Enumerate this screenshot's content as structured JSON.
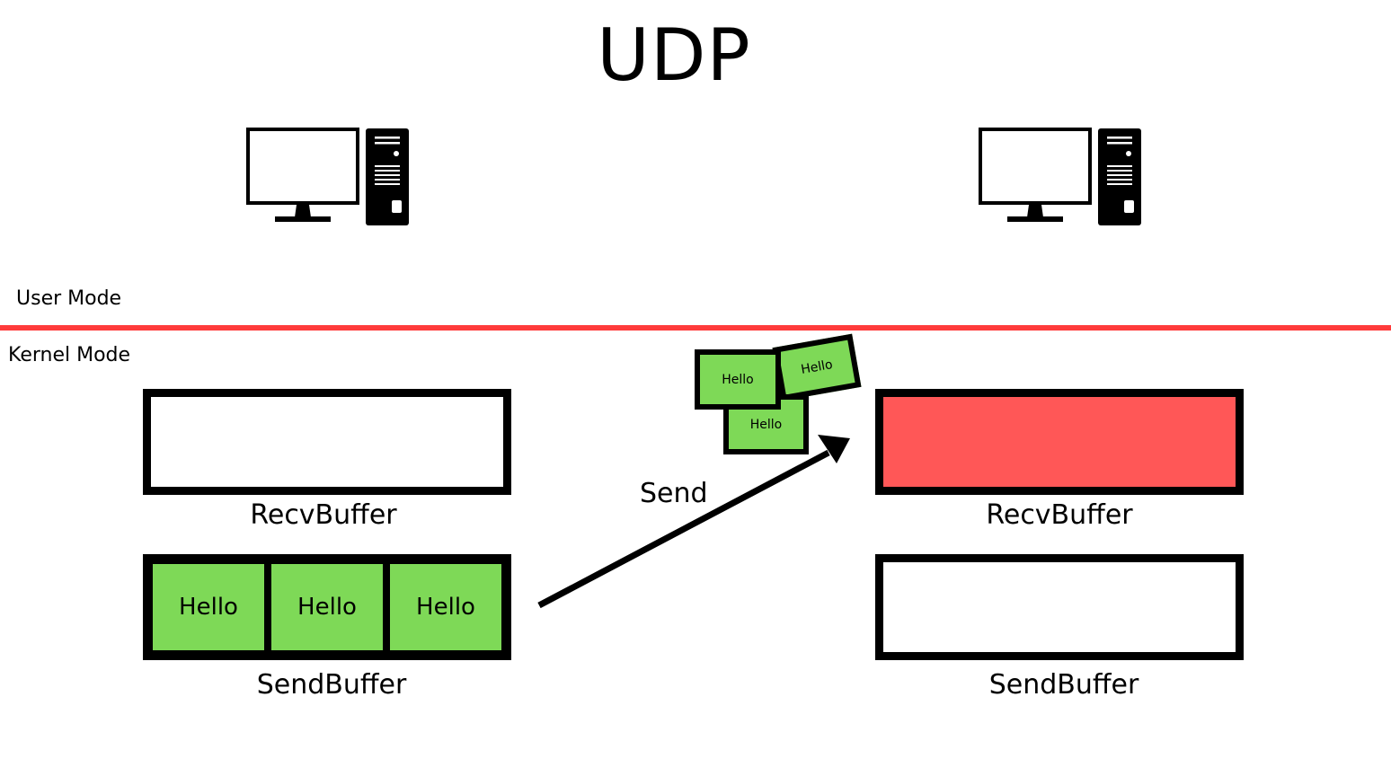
{
  "title": "UDP",
  "modes": {
    "user": "User Mode",
    "kernel": "Kernel Mode"
  },
  "icons": {
    "computer": "desktop-computer-icon"
  },
  "colors": {
    "divider": "#ff3b3b",
    "packet": "#7ed957",
    "full_buffer": "#ff5757"
  },
  "left_host": {
    "recv_buffer": {
      "label": "RecvBuffer",
      "state": "empty"
    },
    "send_buffer": {
      "label": "SendBuffer",
      "items": [
        "Hello",
        "Hello",
        "Hello"
      ]
    }
  },
  "right_host": {
    "recv_buffer": {
      "label": "RecvBuffer",
      "state": "full"
    },
    "send_buffer": {
      "label": "SendBuffer",
      "state": "empty"
    }
  },
  "transfer": {
    "label": "Send",
    "packets": [
      "Hello",
      "Hello",
      "Hello"
    ]
  }
}
